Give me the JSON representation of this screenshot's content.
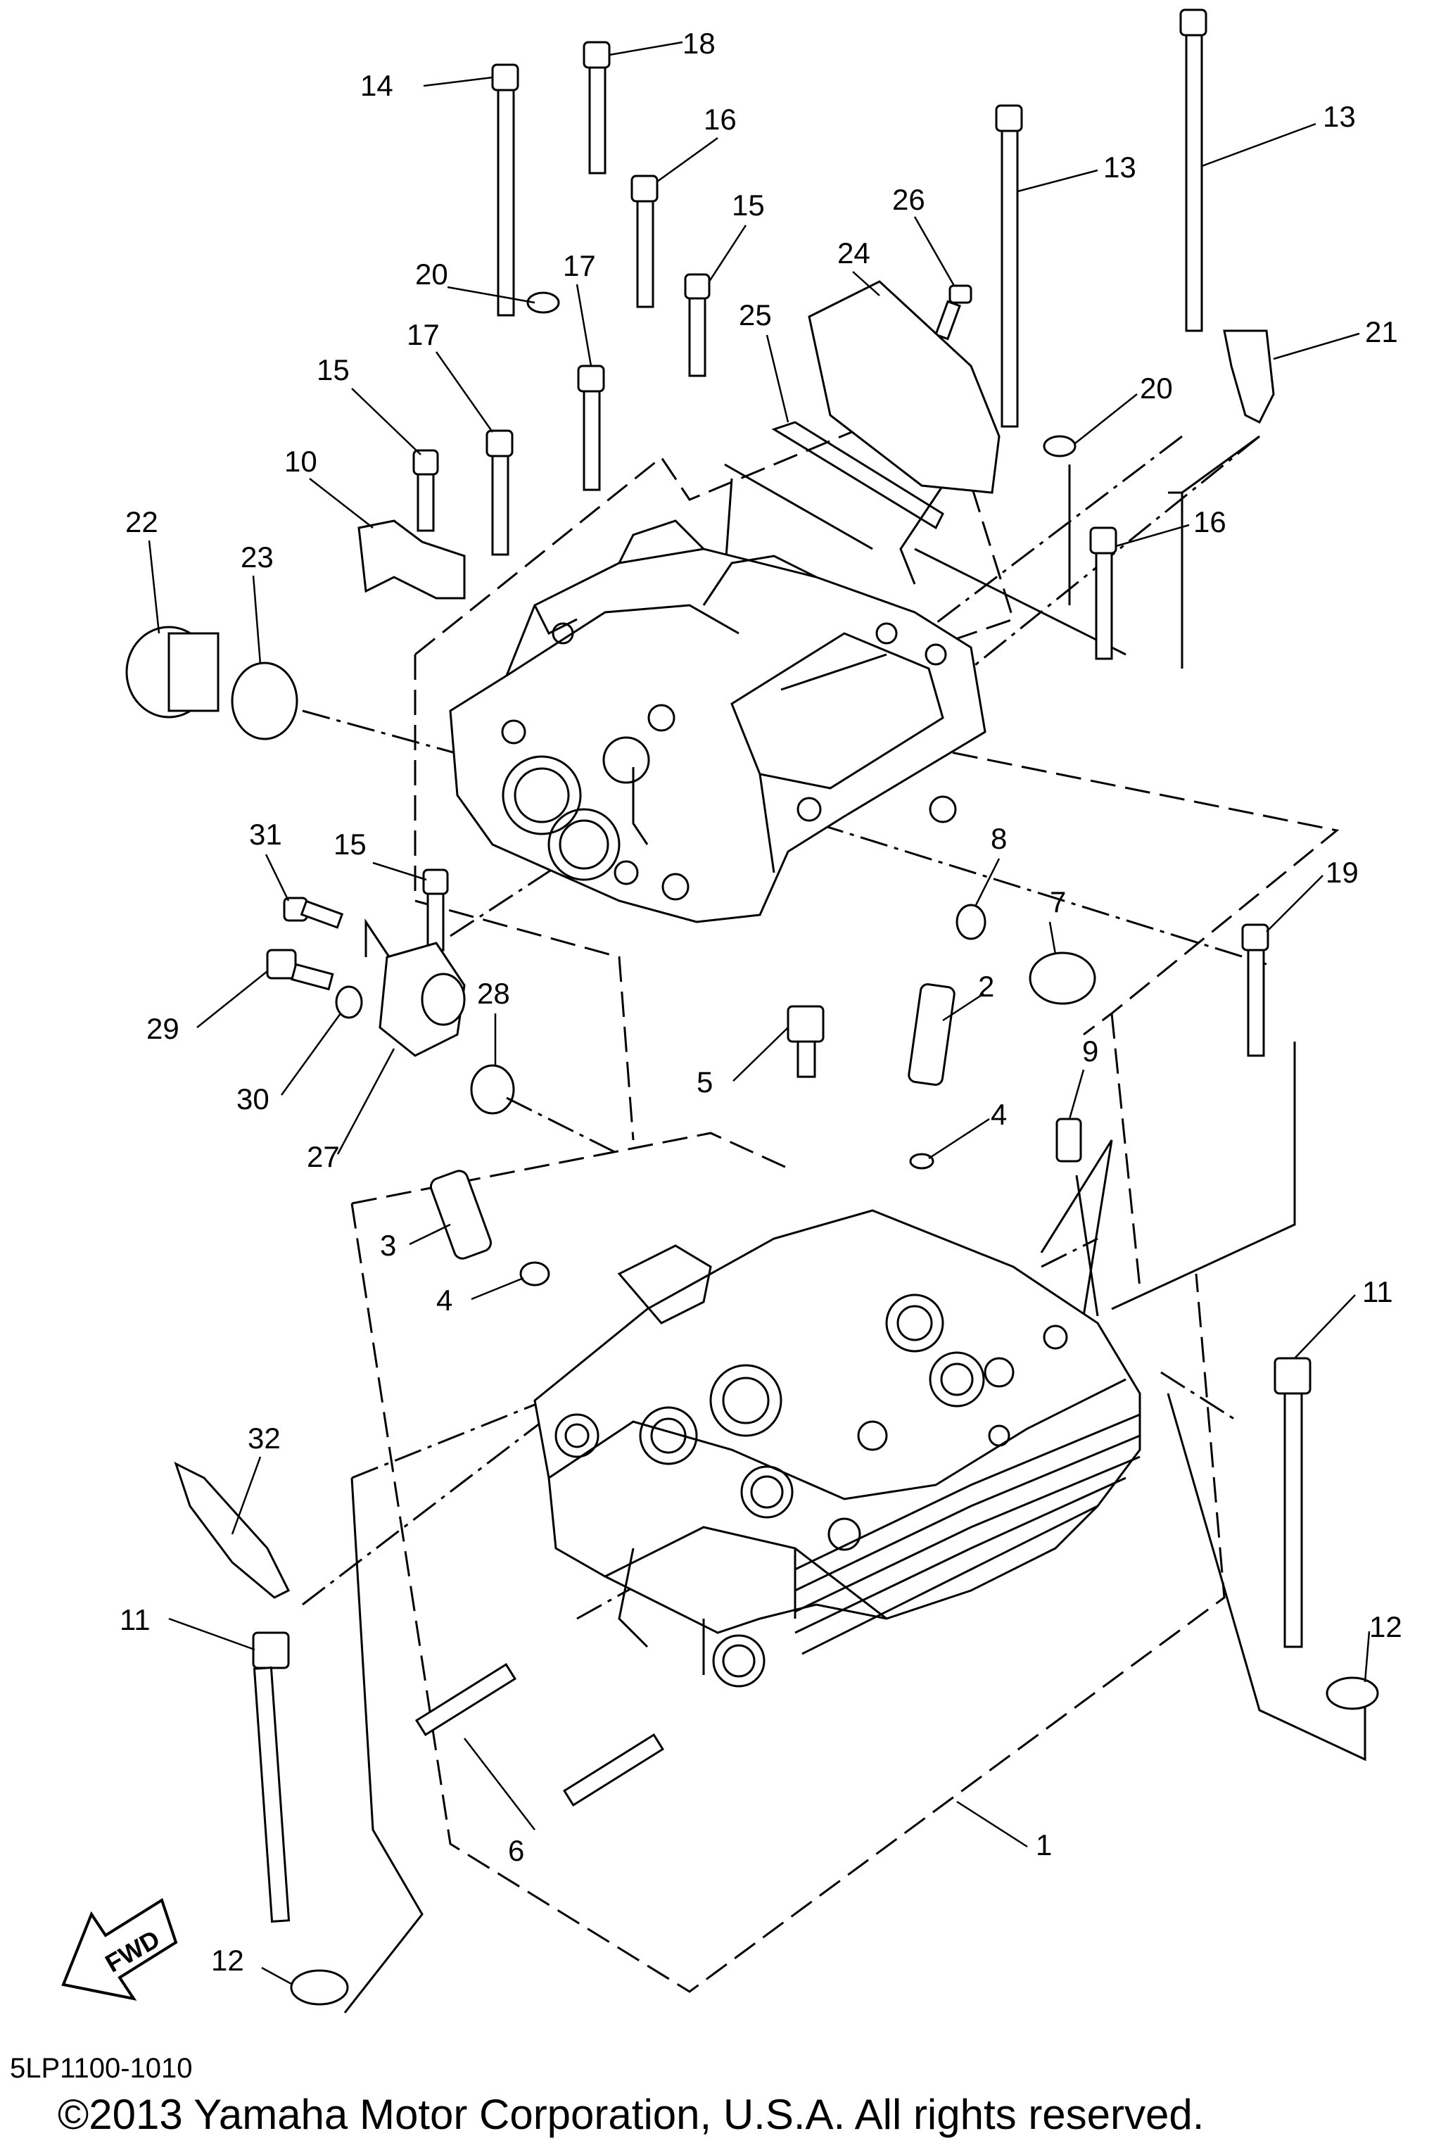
{
  "diagram_code": "5LP1100-1010",
  "copyright": "©2013 Yamaha Motor Corporation, U.S.A. All rights reserved.",
  "direction_badge": "FWD",
  "callouts": [
    {
      "id": "c14",
      "label": "14"
    },
    {
      "id": "c18",
      "label": "18"
    },
    {
      "id": "c16a",
      "label": "16"
    },
    {
      "id": "c15a",
      "label": "15"
    },
    {
      "id": "c26",
      "label": "26"
    },
    {
      "id": "c24",
      "label": "24"
    },
    {
      "id": "c25",
      "label": "25"
    },
    {
      "id": "c13a",
      "label": "13"
    },
    {
      "id": "c13b",
      "label": "13"
    },
    {
      "id": "c21",
      "label": "21"
    },
    {
      "id": "c20a",
      "label": "20"
    },
    {
      "id": "c20b",
      "label": "20"
    },
    {
      "id": "c17a",
      "label": "17"
    },
    {
      "id": "c17b",
      "label": "17"
    },
    {
      "id": "c15b",
      "label": "15"
    },
    {
      "id": "c10",
      "label": "10"
    },
    {
      "id": "c22",
      "label": "22"
    },
    {
      "id": "c23",
      "label": "23"
    },
    {
      "id": "c16b",
      "label": "16"
    },
    {
      "id": "c31",
      "label": "31"
    },
    {
      "id": "c15c",
      "label": "15"
    },
    {
      "id": "c8",
      "label": "8"
    },
    {
      "id": "c7",
      "label": "7"
    },
    {
      "id": "c19",
      "label": "19"
    },
    {
      "id": "c29",
      "label": "29"
    },
    {
      "id": "c28",
      "label": "28"
    },
    {
      "id": "c2",
      "label": "2"
    },
    {
      "id": "c30",
      "label": "30"
    },
    {
      "id": "c5",
      "label": "5"
    },
    {
      "id": "c9",
      "label": "9"
    },
    {
      "id": "c4a",
      "label": "4"
    },
    {
      "id": "c27",
      "label": "27"
    },
    {
      "id": "c3",
      "label": "3"
    },
    {
      "id": "c4b",
      "label": "4"
    },
    {
      "id": "c11a",
      "label": "11"
    },
    {
      "id": "c32",
      "label": "32"
    },
    {
      "id": "c11b",
      "label": "11"
    },
    {
      "id": "c12a",
      "label": "12"
    },
    {
      "id": "c6",
      "label": "6"
    },
    {
      "id": "c1",
      "label": "1"
    },
    {
      "id": "c12b",
      "label": "12"
    }
  ]
}
